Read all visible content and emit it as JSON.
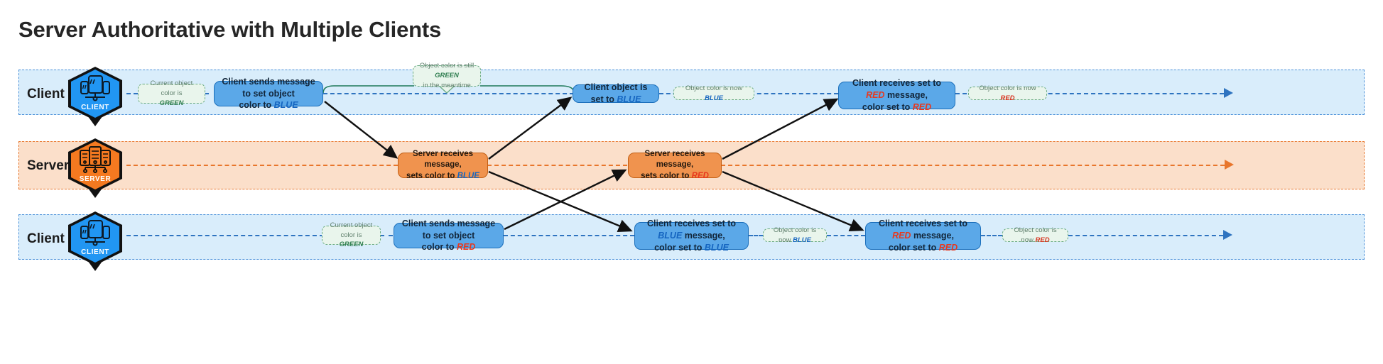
{
  "page": {
    "title": "Server Authoritative with Multiple Clients",
    "background": "#ffffff"
  },
  "colors": {
    "client_lane_bg": "#d9edfb",
    "client_lane_border": "#4a90d9",
    "server_lane_bg": "#fbdfca",
    "server_lane_border": "#e8762c",
    "client_node_bg": "#5ba8e8",
    "client_node_border": "#1b6fbb",
    "server_node_bg": "#f0934e",
    "server_node_border": "#c25f14",
    "note_bg": "#e9f5ec",
    "note_border": "#6aab83",
    "blue_keyword": "#1565c0",
    "red_keyword": "#e8371d",
    "green_keyword": "#2e7d4f",
    "client_icon": "#2196f3",
    "server_icon": "#f47920",
    "flow_blue": "#2f74c0",
    "flow_orange": "#e8762c"
  },
  "lanes": [
    {
      "id": "client1",
      "label": "Client 1",
      "actor_icon": "client-workstation-icon",
      "actor_caption": "CLIENT",
      "type": "client"
    },
    {
      "id": "server",
      "label": "Server",
      "actor_icon": "server-rack-icon",
      "actor_caption": "SERVER",
      "type": "server"
    },
    {
      "id": "client2",
      "label": "Client 2",
      "actor_icon": "client-workstation-icon",
      "actor_caption": "CLIENT",
      "type": "client"
    }
  ],
  "client1": {
    "note1": {
      "line1": "Current object color is",
      "line2": "GREEN"
    },
    "node1": {
      "line1": "Client sends message to set object",
      "line2_prefix": "color to ",
      "line2_keyword": "BLUE"
    },
    "bubble": {
      "line1_prefix": "Object color is still ",
      "line1_keyword": "GREEN",
      "line2": "in the meantime"
    },
    "node2": {
      "prefix": "Client object is set to ",
      "keyword": "BLUE"
    },
    "note2": {
      "prefix": "Object color is now ",
      "keyword": "BLUE"
    },
    "node3": {
      "line1_prefix": "Client receives set to ",
      "line1_keyword": "RED",
      "line1_suffix": " message,",
      "line2_prefix": "color set to ",
      "line2_keyword": "RED"
    },
    "note3": {
      "prefix": "Object color is now ",
      "keyword": "RED"
    }
  },
  "server": {
    "node1": {
      "line1": "Server receives message,",
      "line2_prefix": "sets color to ",
      "line2_keyword": "BLUE"
    },
    "node2": {
      "line1": "Server receives message,",
      "line2_prefix": "sets color to ",
      "line2_keyword": "RED"
    }
  },
  "client2": {
    "note1": {
      "line1": "Current object color is",
      "line2": "GREEN"
    },
    "node1": {
      "line1": "Client sends message to set object",
      "line2_prefix": "color to ",
      "line2_keyword": "RED"
    },
    "node2": {
      "line1_prefix": "Client receives set to ",
      "line1_keyword": "BLUE",
      "line1_suffix": " message,",
      "line2_prefix": "color set to ",
      "line2_keyword": "BLUE"
    },
    "note2": {
      "prefix": "Object color is now ",
      "keyword": "BLUE"
    },
    "node3": {
      "line1_prefix": "Client receives set to ",
      "line1_keyword": "RED",
      "line1_suffix": " message,",
      "line2_prefix": "color set to ",
      "line2_keyword": "RED"
    },
    "note3": {
      "prefix": "Object color is now ",
      "keyword": "RED"
    }
  }
}
